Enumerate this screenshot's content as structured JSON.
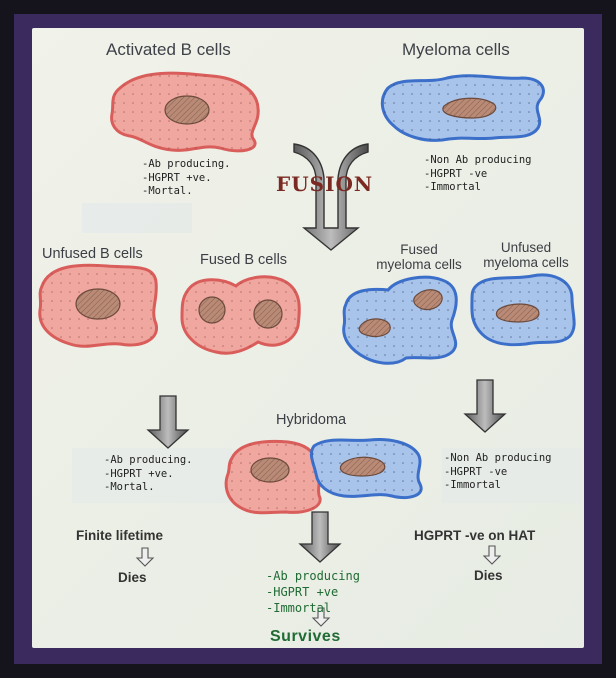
{
  "colors": {
    "b_cell_fill": "#f0a7a0",
    "b_cell_edge": "#d95d5a",
    "myeloma_fill": "#a9c4ea",
    "myeloma_edge": "#3b6fc9",
    "nucleus": "#b98a76",
    "fusion_text": "#7a2a22",
    "survive_text": "#1f6b33"
  },
  "labels": {
    "activated_b": "Activated B cells",
    "myeloma": "Myeloma cells",
    "fusion": "FUSION",
    "unfused_b": "Unfused B cells",
    "fused_b": "Fused B cells",
    "fused_myeloma_1": "Fused",
    "fused_myeloma_2": "myeloma cells",
    "unfused_myeloma_1": "Unfused",
    "unfused_myeloma_2": "myeloma cells",
    "hybridoma": "Hybridoma",
    "finite": "Finite lifetime",
    "dies_left": "Dies",
    "hgprt_hat": "HGPRT -ve on HAT",
    "dies_right": "Dies",
    "survives": "Survives"
  },
  "notes": {
    "b_top": [
      "-Ab producing.",
      "-HGPRT +ve.",
      "-Mortal."
    ],
    "myeloma_top": [
      "-Non Ab producing",
      "-HGPRT -ve",
      "-Immortal"
    ],
    "b_mid": [
      "-Ab producing.",
      "-HGPRT +ve.",
      "-Mortal."
    ],
    "myeloma_mid": [
      "-Non Ab producing",
      "-HGPRT -ve",
      "-Immortal"
    ],
    "hybridoma": [
      "-Ab producing",
      "-HGPRT +ve",
      "-Immortal"
    ]
  }
}
